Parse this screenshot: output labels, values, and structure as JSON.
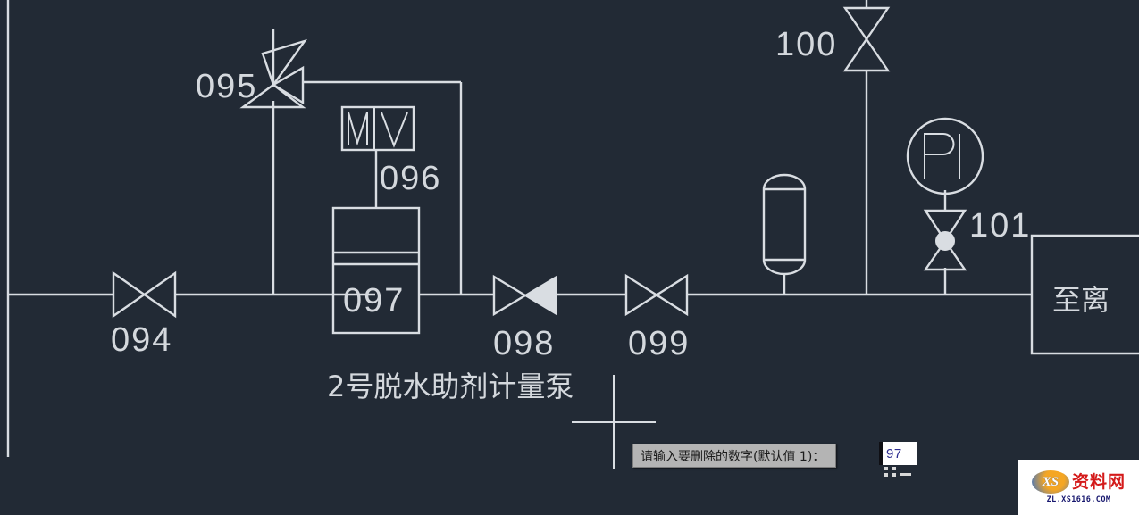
{
  "app": {
    "background_color": "#222a35",
    "line_color": "#d9dde2",
    "drawing_type": "P&ID schematic (CAD)"
  },
  "diagram": {
    "title_label": "2号脱水助剂计量泵",
    "destination_label": "至离",
    "equipment": [
      {
        "tag": "094",
        "kind": "gate-valve-horizontal",
        "label": "094"
      },
      {
        "tag": "095",
        "kind": "three-way-valve",
        "label": "095"
      },
      {
        "tag": "096",
        "kind": "instrument-box",
        "text": "MV",
        "label": "096"
      },
      {
        "tag": "097",
        "kind": "metering-pump",
        "label": "097"
      },
      {
        "tag": "098",
        "kind": "check-valve-horizontal",
        "label": "098"
      },
      {
        "tag": "099",
        "kind": "gate-valve-horizontal",
        "label": "099"
      },
      {
        "tag": "100",
        "kind": "gate-valve-vertical",
        "label": "100"
      },
      {
        "tag": "101",
        "kind": "needle-valve-vertical",
        "label": "101"
      },
      {
        "tag": "PI",
        "kind": "pressure-indicator",
        "text": "PI"
      },
      {
        "tag": "vessel",
        "kind": "vertical-vessel"
      }
    ]
  },
  "command_prompt": {
    "message": "请输入要删除的数字(默认值 1)：",
    "input_value": "97"
  },
  "watermark": {
    "badge_text": "XS",
    "brand_cn": "资料网",
    "url": "ZL.XS1616.COM"
  }
}
